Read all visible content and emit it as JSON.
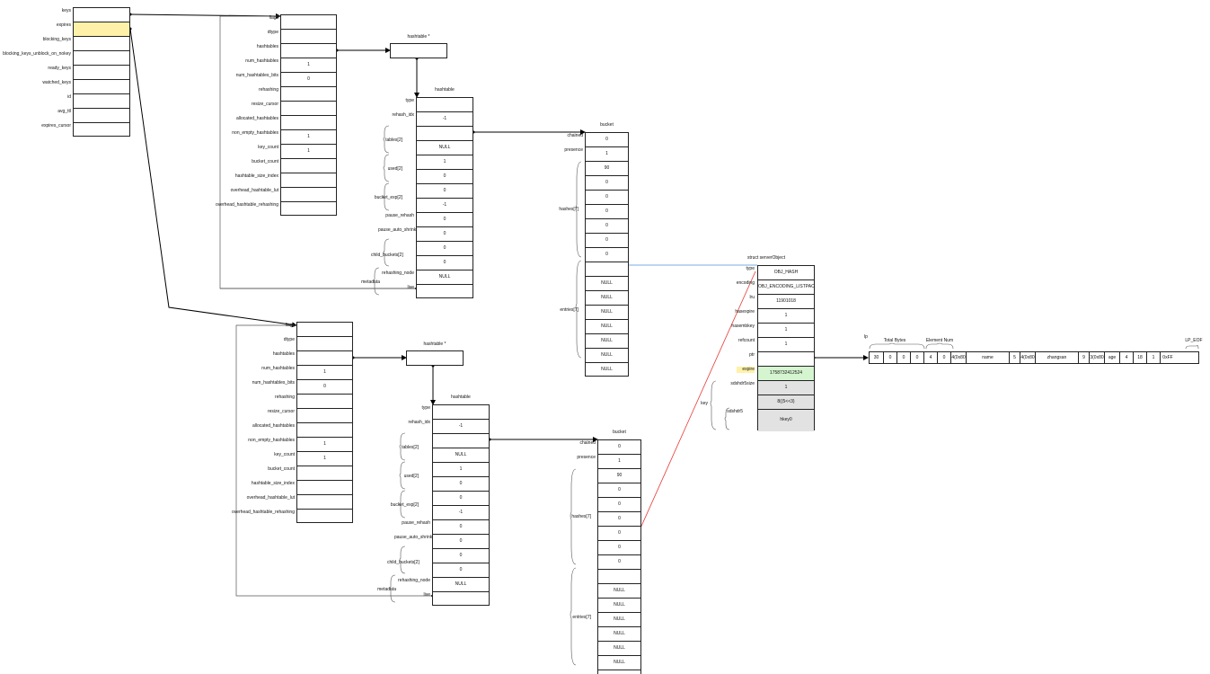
{
  "server_db": {
    "fields": [
      "keys",
      "expires",
      "blocking_keys",
      "blocking_keys_unblock_on_nokey",
      "ready_keys",
      "watched_keys",
      "id",
      "avg_ttl",
      "expires_cursor"
    ]
  },
  "kvstore": {
    "fields": [
      "flags",
      "dtype",
      "hashtables",
      "num_hashtables",
      "num_hashtables_bits",
      "rehashing",
      "resize_cursor",
      "allocated_hashtables",
      "non_empty_hashtables",
      "key_count",
      "bucket_count",
      "hashtable_size_index",
      "overhead_hashtable_lut",
      "overhead_hashtable_rehashing"
    ],
    "values": [
      "",
      "",
      "",
      "1",
      "0",
      "",
      "",
      "",
      "1",
      "1",
      "",
      "",
      "",
      ""
    ]
  },
  "hashtable_ptr_title": "hashtable *",
  "hashtable": {
    "title": "hashtable",
    "fields": [
      "type",
      "rehash_idx",
      "",
      "",
      "",
      "",
      "",
      "",
      "pause_rehash",
      "pause_auto_shrink",
      "",
      "",
      "rehashing_node",
      "live"
    ],
    "values": [
      "",
      "-1",
      "",
      "NULL",
      "1",
      "0",
      "0",
      "-1",
      "0",
      "0",
      "0",
      "0",
      "NULL",
      ""
    ],
    "groups": [
      "tables[2]",
      "used[2]",
      "bucket_exp[2]",
      "child_buckets[2]"
    ],
    "metadata_label": "metadata"
  },
  "bucket": {
    "title": "bucket",
    "fields": [
      "chained",
      "presence"
    ],
    "values": [
      "0",
      "1",
      "90",
      "0",
      "0",
      "0",
      "0",
      "0",
      "0",
      "",
      "NULL",
      "NULL",
      "NULL",
      "NULL",
      "NULL",
      "NULL",
      "NULL"
    ],
    "hashes_label": "hashes[7]",
    "entries_label": "entries[7]"
  },
  "server_object": {
    "title": "struct serverObject",
    "fields": [
      "type",
      "encoding",
      "lru",
      "hasexpire",
      "hasembkey",
      "refcount",
      "ptr",
      "expire",
      "sdshdr5size",
      ""
    ],
    "values": [
      "OBJ_HASH",
      "OBJ_ENCODING_LISTPACK",
      "11901018",
      "1",
      "1",
      "1",
      "",
      "1758732412524",
      "1",
      "8((5<<3)",
      "hkey0"
    ],
    "display_fields": [
      "type",
      "encoding",
      "lru",
      "hasexpire",
      "hasembkey",
      "refcount",
      "ptr",
      "expire",
      "sdshdr5size",
      "sdshdr5"
    ],
    "key_label": "key"
  },
  "listpack": {
    "label": "lp",
    "total_bytes_label": "Total Bytes",
    "element_num_label": "Element Num",
    "eof_label": "LP_EOF",
    "cells": [
      "30",
      "0",
      "0",
      "0",
      "4",
      "0",
      "4(0x80",
      "name",
      "5",
      "4(0x80",
      "zhangsan",
      "9",
      "3(0x80",
      "age",
      "4",
      "18",
      "1",
      "0xFF"
    ]
  },
  "colors": {
    "yellow": "#fff2a8",
    "green": "#d5f5d0",
    "gray": "#e2e2e2",
    "blue_wire": "#4a90d9",
    "red_wire": "#e53935"
  }
}
